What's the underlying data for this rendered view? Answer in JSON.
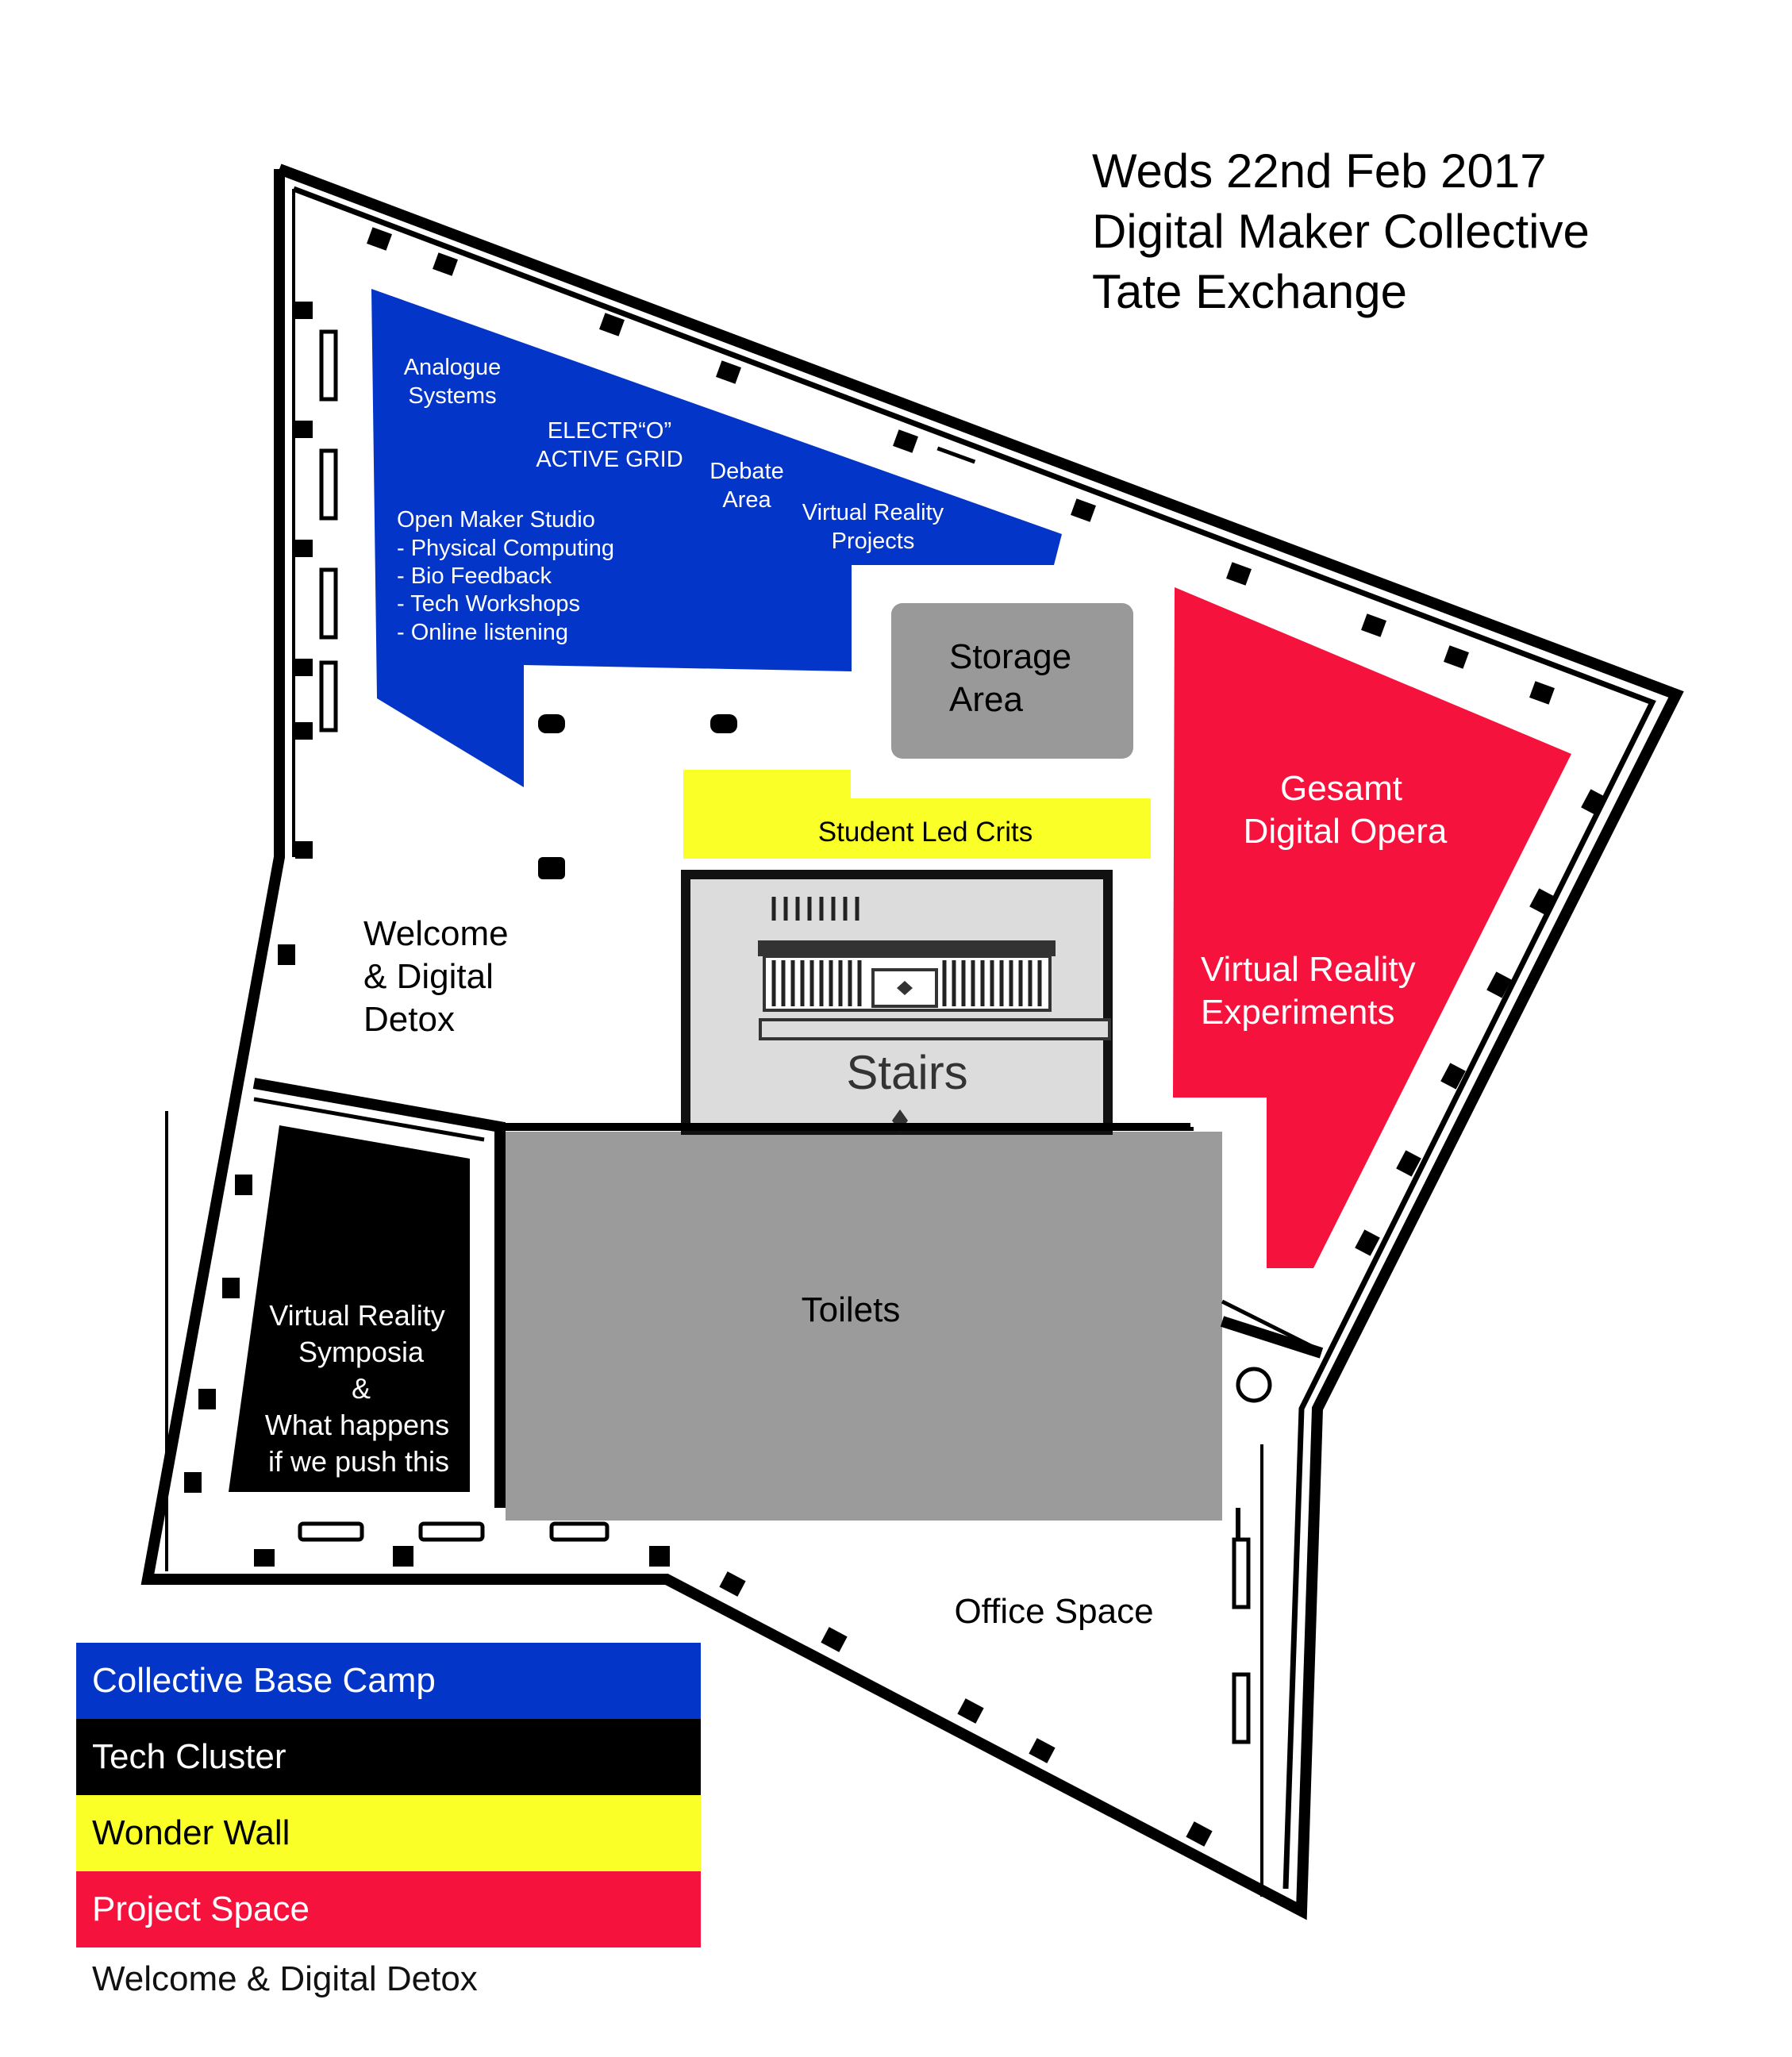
{
  "title_lines": [
    "Weds 22nd Feb 2017",
    "Digital Maker Collective",
    "Tate Exchange"
  ],
  "colors": {
    "collective_base_camp": "#0335c8",
    "tech_cluster": "#000000",
    "wonder_wall": "#fbff28",
    "project_space": "#f5123c",
    "storage": "#999999",
    "toilets": "#9b9b9b",
    "stairs": "#dcdcdc"
  },
  "zones": {
    "analogue": [
      "Analogue",
      "Systems"
    ],
    "electro": [
      "ELECTR“O”",
      "ACTIVE GRID"
    ],
    "debate": [
      "Debate",
      "Area"
    ],
    "vr_projects": [
      "Virtual Reality",
      "Projects"
    ],
    "open_maker": [
      "Open Maker Studio",
      "- Physical Computing",
      "- Bio Feedback",
      "- Tech Workshops",
      "- Online listening"
    ],
    "storage": [
      "Storage",
      "Area"
    ],
    "student_crits": "Student Led Crits",
    "gesamt": [
      "Gesamt",
      "Digital Opera"
    ],
    "vr_experiments": [
      "Virtual Reality",
      "Experiments"
    ],
    "welcome": [
      "Welcome",
      "& Digital",
      "Detox"
    ],
    "stairs": "Stairs",
    "toilets": "Toilets",
    "vr_symposia": [
      "Virtual Reality",
      "Symposia",
      "&",
      "What happens",
      "if we push this"
    ],
    "office": "Office Space"
  },
  "legend": [
    {
      "label": "Collective Base Camp",
      "color": "#0335c8",
      "text_color": "#ffffff"
    },
    {
      "label": "Tech Cluster",
      "color": "#000000",
      "text_color": "#ffffff"
    },
    {
      "label": "Wonder Wall",
      "color": "#fbff28",
      "text_color": "#000000"
    },
    {
      "label": "Project Space",
      "color": "#f5123c",
      "text_color": "#ffffff"
    }
  ],
  "legend_plain": "Welcome & Digital Detox"
}
